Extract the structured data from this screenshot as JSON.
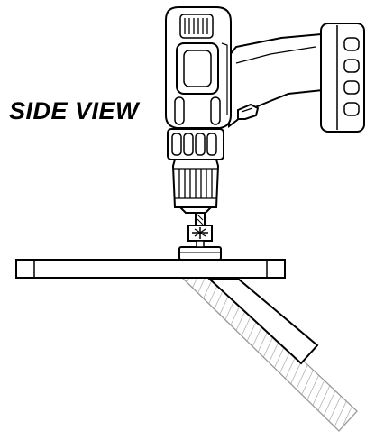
{
  "labels": {
    "view_title": "SIDE VIEW"
  },
  "colors": {
    "ink": "#000000",
    "paper": "#ffffff",
    "hatch": "#9a9a9a"
  },
  "parts": {
    "drill": "cordless-drill-icon",
    "chuck": "drill-chuck",
    "bit": "drill-bit",
    "board": "wooden-board",
    "angled_piece": "angled-piece",
    "hatched_shadow": "hatched-region"
  }
}
